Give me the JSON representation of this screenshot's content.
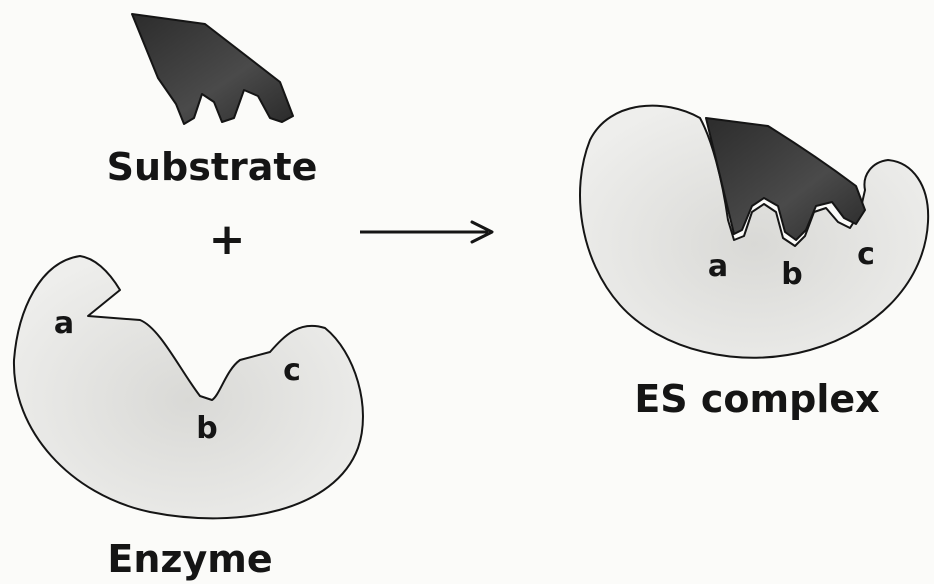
{
  "labels": {
    "substrate": "Substrate",
    "plus": "+",
    "enzyme": "Enzyme",
    "es_complex": "ES complex"
  },
  "enzyme_sites": {
    "a": "a",
    "b": "b",
    "c": "c"
  },
  "complex_sites": {
    "a": "a",
    "b": "b",
    "c": "c"
  },
  "colors": {
    "substrate_fill": "#3b3b3b",
    "enzyme_fill": "#e6e6e4",
    "outline": "#151515",
    "background": "#fbfbf9"
  }
}
